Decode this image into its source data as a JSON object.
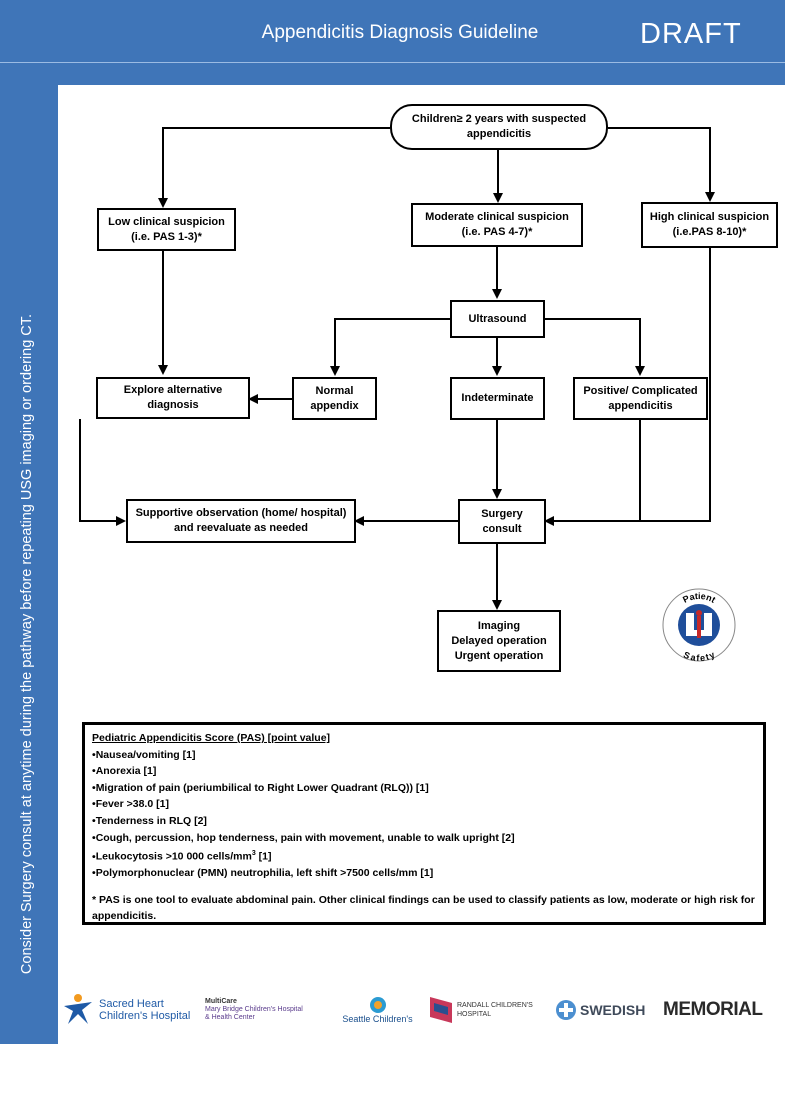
{
  "header": {
    "title": "Appendicitis Diagnosis Guideline",
    "status": "DRAFT"
  },
  "sidebar": {
    "text": "Consider Surgery consult at anytime during the pathway before repeating USG imaging or ordering CT."
  },
  "flow": {
    "start": "Children≥ 2 years with suspected appendicitis",
    "low": "Low clinical suspicion (i.e. PAS 1-3)*",
    "moderate": "Moderate clinical suspicion (i.e. PAS 4-7)*",
    "high": "High clinical suspicion (i.e.PAS 8-10)*",
    "ultrasound": "Ultrasound",
    "explore": "Explore alternative diagnosis",
    "normal": "Normal appendix",
    "indeterminate": "Indeterminate",
    "positive": "Positive/ Complicated appendicitis",
    "supportive": "Supportive observation (home/ hospital) and reevaluate as needed",
    "surgery": "Surgery consult",
    "outcome": [
      "Imaging",
      "Delayed operation",
      "Urgent operation"
    ]
  },
  "badge": {
    "top": "Patient",
    "bottom": "Safety"
  },
  "pas": {
    "title": "Pediatric Appendicitis Score (PAS) [point value]",
    "items": [
      "Nausea/vomiting [1]",
      "Anorexia [1]",
      "Migration of pain (periumbilical to Right Lower Quadrant (RLQ)) [1]",
      "Fever >38.0 [1]",
      "Tenderness in RLQ [2]",
      "Cough, percussion, hop tenderness, pain with movement, unable to walk upright [2]",
      "Leukocytosis >10 000 cells/mm",
      "Polymorphonuclear (PMN) neutrophilia, left shift >7500 cells/mm [1]"
    ],
    "leuko_sup": "3",
    "leuko_tail": " [1]",
    "note": "* PAS is one tool to evaluate abdominal pain. Other clinical findings can be used to classify patients as low, moderate or high risk for appendicitis."
  },
  "footer": {
    "sacred_heart": [
      "Sacred Heart",
      "Children's Hospital"
    ],
    "multicare": [
      "MultiCare",
      "Mary Bridge Children's Hospital",
      "& Health Center"
    ],
    "seattle": "Seattle Children's",
    "randall": [
      "RANDALL CHILDREN'S",
      "HOSPITAL"
    ],
    "swedish": "SWEDISH",
    "memorial": "MEMORIAL"
  },
  "colors": {
    "brand_blue": "#3f75b8",
    "badge_blue": "#1f4e9a"
  }
}
